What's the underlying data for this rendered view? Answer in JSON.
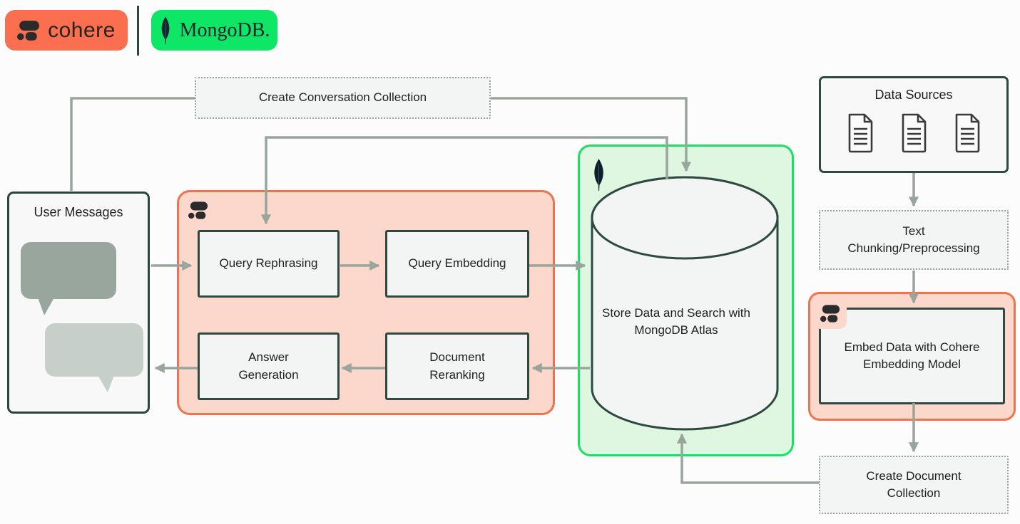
{
  "brand": {
    "cohere_label": "cohere",
    "mongodb_label": "MongoDB."
  },
  "nodes": {
    "create_conversation_collection": "Create Conversation Collection",
    "user_messages": "User Messages",
    "query_rephrasing": "Query Rephrasing",
    "query_embedding": "Query Embedding",
    "answer_generation": "Answer\nGeneration",
    "document_reranking": "Document\nReranking",
    "mongodb_atlas": "Store Data and Search with\nMongoDB Atlas",
    "data_sources": "Data Sources",
    "text_chunking": "Text\nChunking/Preprocessing",
    "embed_data": "Embed Data with Cohere\nEmbedding Model",
    "create_document_collection": "Create Document\nCollection"
  },
  "colors": {
    "cohere_coral": "#F96F50",
    "cohere_peach": "#FBD8CB",
    "cohere_border": "#F3724E",
    "mongodb_green": "#0EE765",
    "mongodb_green_border": "#17E261",
    "mongodb_green_light": "#DFF6E1",
    "dark_node_border": "#2E4A40",
    "node_fill": "#F3F5F4",
    "arrow_gray": "#98A59D",
    "bubble_dark": "#98A69D",
    "bubble_light": "#C6CFC9"
  }
}
